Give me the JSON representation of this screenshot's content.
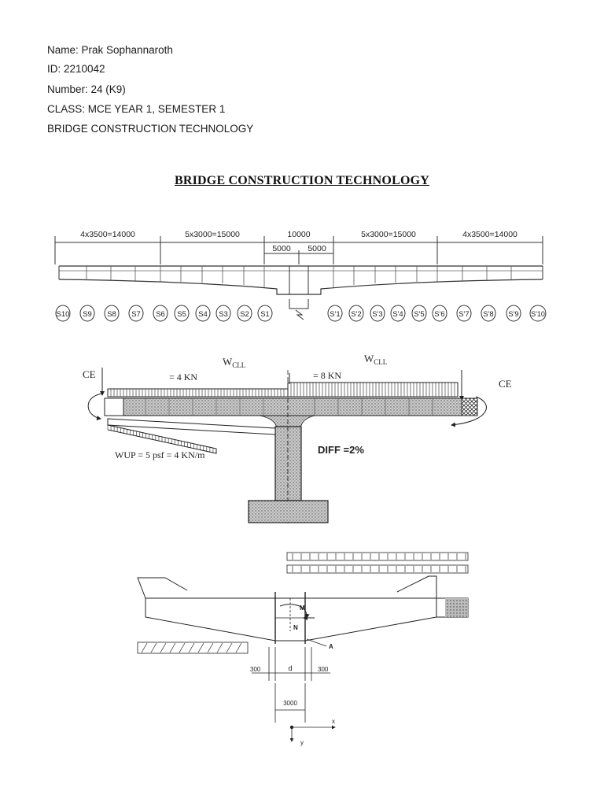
{
  "header": {
    "name": "Name: Prak Sophannaroth",
    "id": "ID: 2210042",
    "number": "Number: 24 (K9)",
    "class": "CLASS: MCE YEAR 1, SEMESTER 1",
    "subject": "BRIDGE CONSTRUCTION TECHNOLOGY"
  },
  "title": "BRIDGE CONSTRUCTION TECHNOLOGY",
  "figure1": {
    "spans": [
      "4x3500=14000",
      "5x3000=15000",
      "10000",
      "5x3000=15000",
      "4x3500=14000"
    ],
    "half_spans": [
      "5000",
      "5000"
    ],
    "segments_left": [
      "S10",
      "S9",
      "S8",
      "S7",
      "S6",
      "S5",
      "S4",
      "S3",
      "S2",
      "S1"
    ],
    "segments_right": [
      "S'1",
      "S'2",
      "S'3",
      "S'4",
      "S'5",
      "S'6",
      "S'7",
      "S'8",
      "S'9",
      "S'10"
    ]
  },
  "figure2": {
    "ce_left": "CE",
    "ce_right": "CE",
    "w_left": "W",
    "w_left_sub": "CLL",
    "w_right": "W",
    "w_right_sub": "CLL",
    "load_left": "= 4 KN",
    "load_right": "= 8 KN",
    "wup": "WUP = 5 psf = 4 KN/m",
    "diff": "DIFF =2%"
  },
  "figure3": {
    "m": "M",
    "n": "N",
    "a": "A",
    "d": "d",
    "dim_left": "300",
    "dim_right": "300",
    "width": "3000",
    "x_axis": "x",
    "y_axis": "y"
  }
}
